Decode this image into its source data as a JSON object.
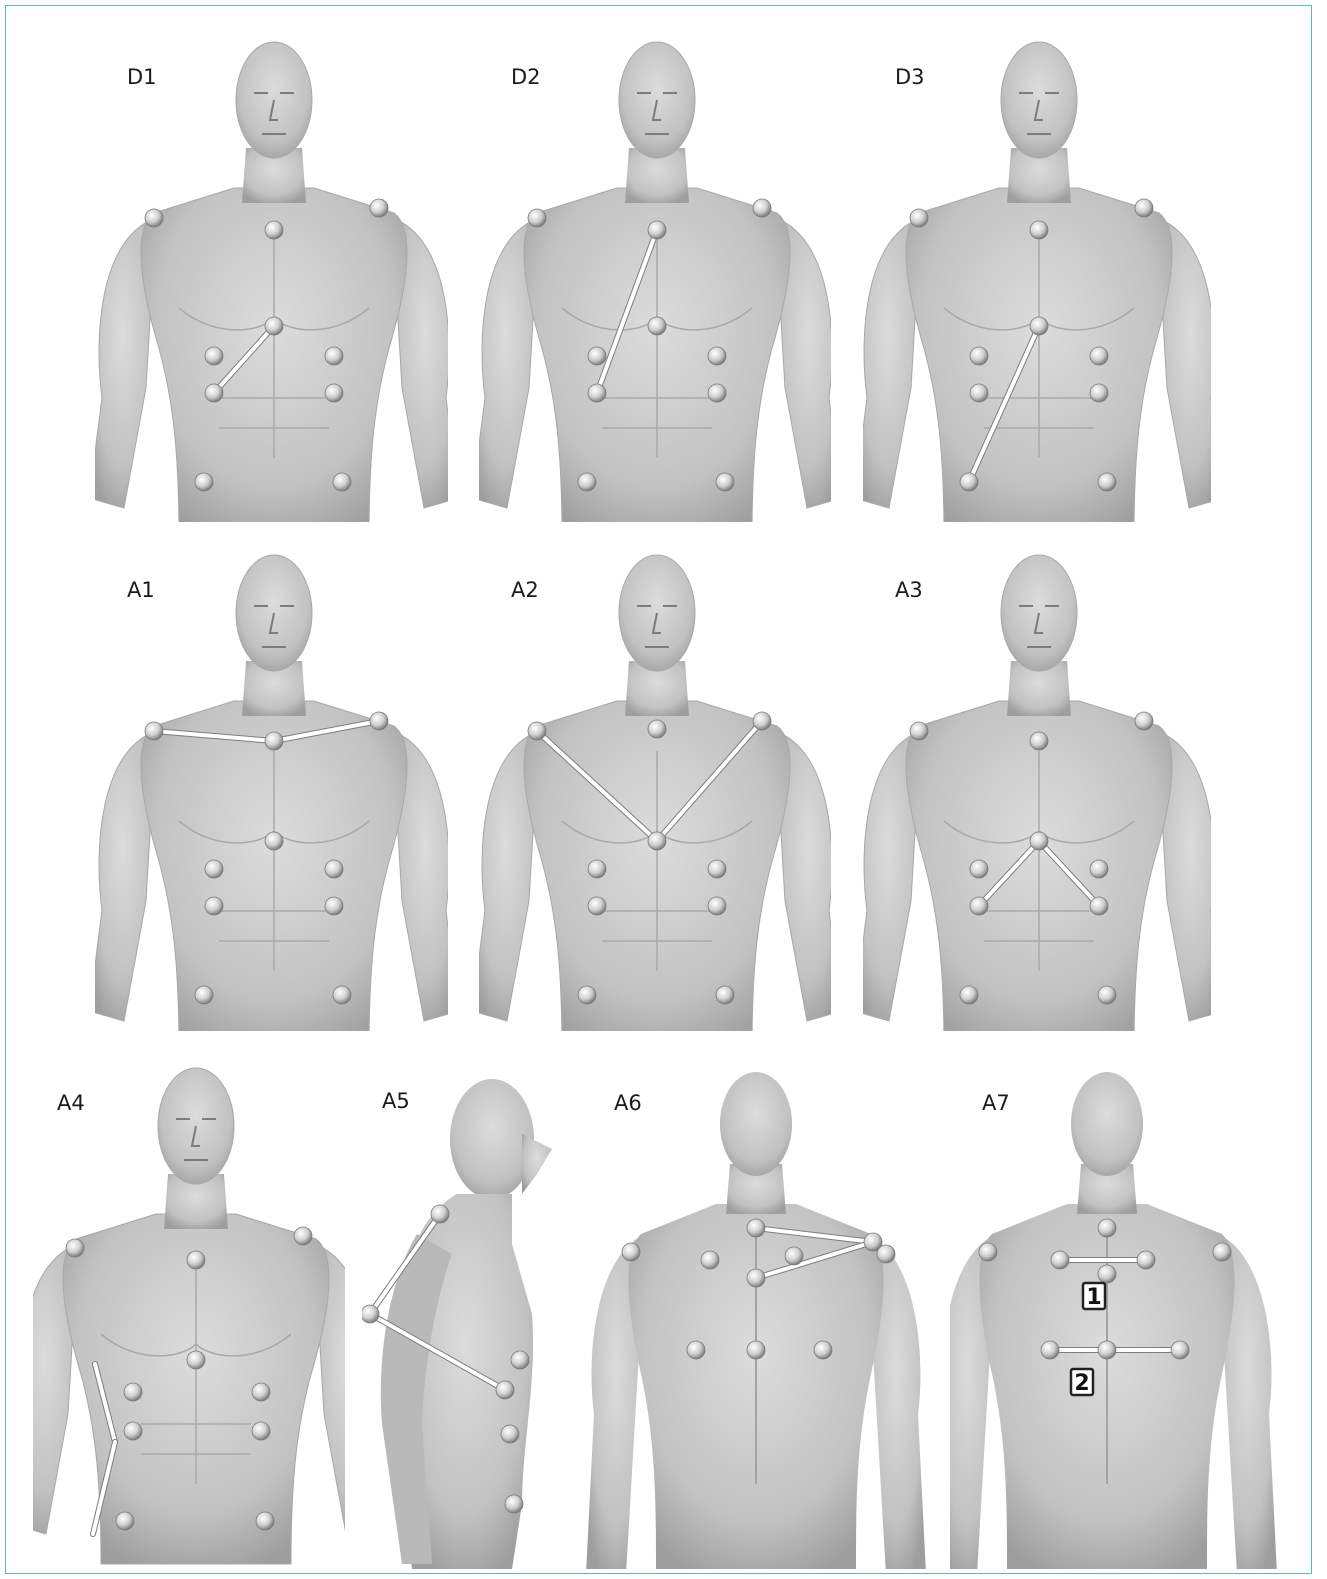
{
  "panels": [
    {
      "id": "D1",
      "label": "D1",
      "view": "front"
    },
    {
      "id": "D2",
      "label": "D2",
      "view": "front"
    },
    {
      "id": "D3",
      "label": "D3",
      "view": "front"
    },
    {
      "id": "A1",
      "label": "A1",
      "view": "front"
    },
    {
      "id": "A2",
      "label": "A2",
      "view": "front"
    },
    {
      "id": "A3",
      "label": "A3",
      "view": "front"
    },
    {
      "id": "A4",
      "label": "A4",
      "view": "front"
    },
    {
      "id": "A5",
      "label": "A5",
      "view": "side"
    },
    {
      "id": "A6",
      "label": "A6",
      "view": "back"
    },
    {
      "id": "A7",
      "label": "A7",
      "view": "back"
    }
  ],
  "a7_line_numbers": [
    "1",
    "2"
  ],
  "colors": {
    "frame": "#5bb8c9",
    "skin": "#cfcfcf",
    "skin_dark": "#9a9a9a",
    "marker": "#e6e6e6",
    "segment": "#ffffff"
  }
}
